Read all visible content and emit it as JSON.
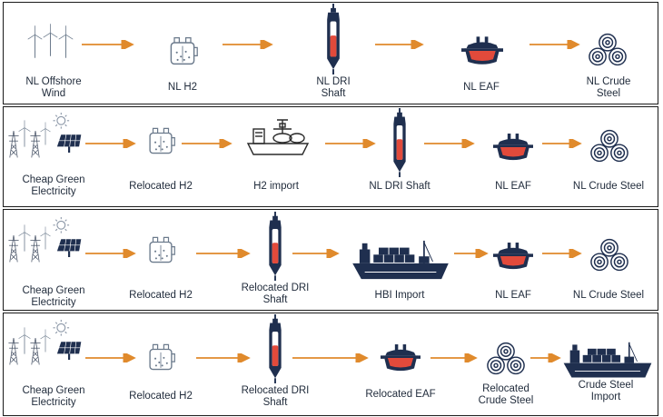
{
  "colors": {
    "navy": "#1f2f4f",
    "orange": "#e08a2c",
    "red": "#e24a3b",
    "light_red": "#f4b9b0",
    "grey_line": "#6b7a8c"
  },
  "rows": [
    {
      "labels": {
        "wind": "NL Offshore\nWind",
        "h2": "NL H2",
        "dri": "NL DRI\nShaft",
        "eaf": "NL EAF",
        "steel": "NL Crude\nSteel"
      }
    },
    {
      "labels": {
        "electricity": "Cheap Green\nElectricity",
        "h2": "Relocated H2",
        "h2_import": "H2 import",
        "dri": "NL DRI Shaft",
        "eaf": "NL EAF",
        "steel": "NL Crude Steel"
      }
    },
    {
      "labels": {
        "electricity": "Cheap Green\nElectricity",
        "h2": "Relocated H2",
        "dri": "Relocated DRI\nShaft",
        "hbi_import": "HBI Import",
        "eaf": "NL EAF",
        "steel": "NL Crude Steel"
      }
    },
    {
      "labels": {
        "electricity": "Cheap Green\nElectricity",
        "h2": "Relocated H2",
        "dri": "Relocated DRI\nShaft",
        "eaf": "Relocated EAF",
        "steel": "Relocated\nCrude Steel",
        "steel_import": "Crude Steel\nImport"
      }
    }
  ],
  "icons": {
    "wind": "wind-turbines-icon",
    "electricity": "grid-turbine-solar-icon",
    "h2": "electrolyser-icon",
    "h2_import": "lh2-tanker-icon",
    "dri": "dri-shaft-icon",
    "eaf": "electric-arc-furnace-icon",
    "steel": "steel-coils-icon",
    "ship": "cargo-ship-icon",
    "arrow": "arrow-right-icon"
  }
}
